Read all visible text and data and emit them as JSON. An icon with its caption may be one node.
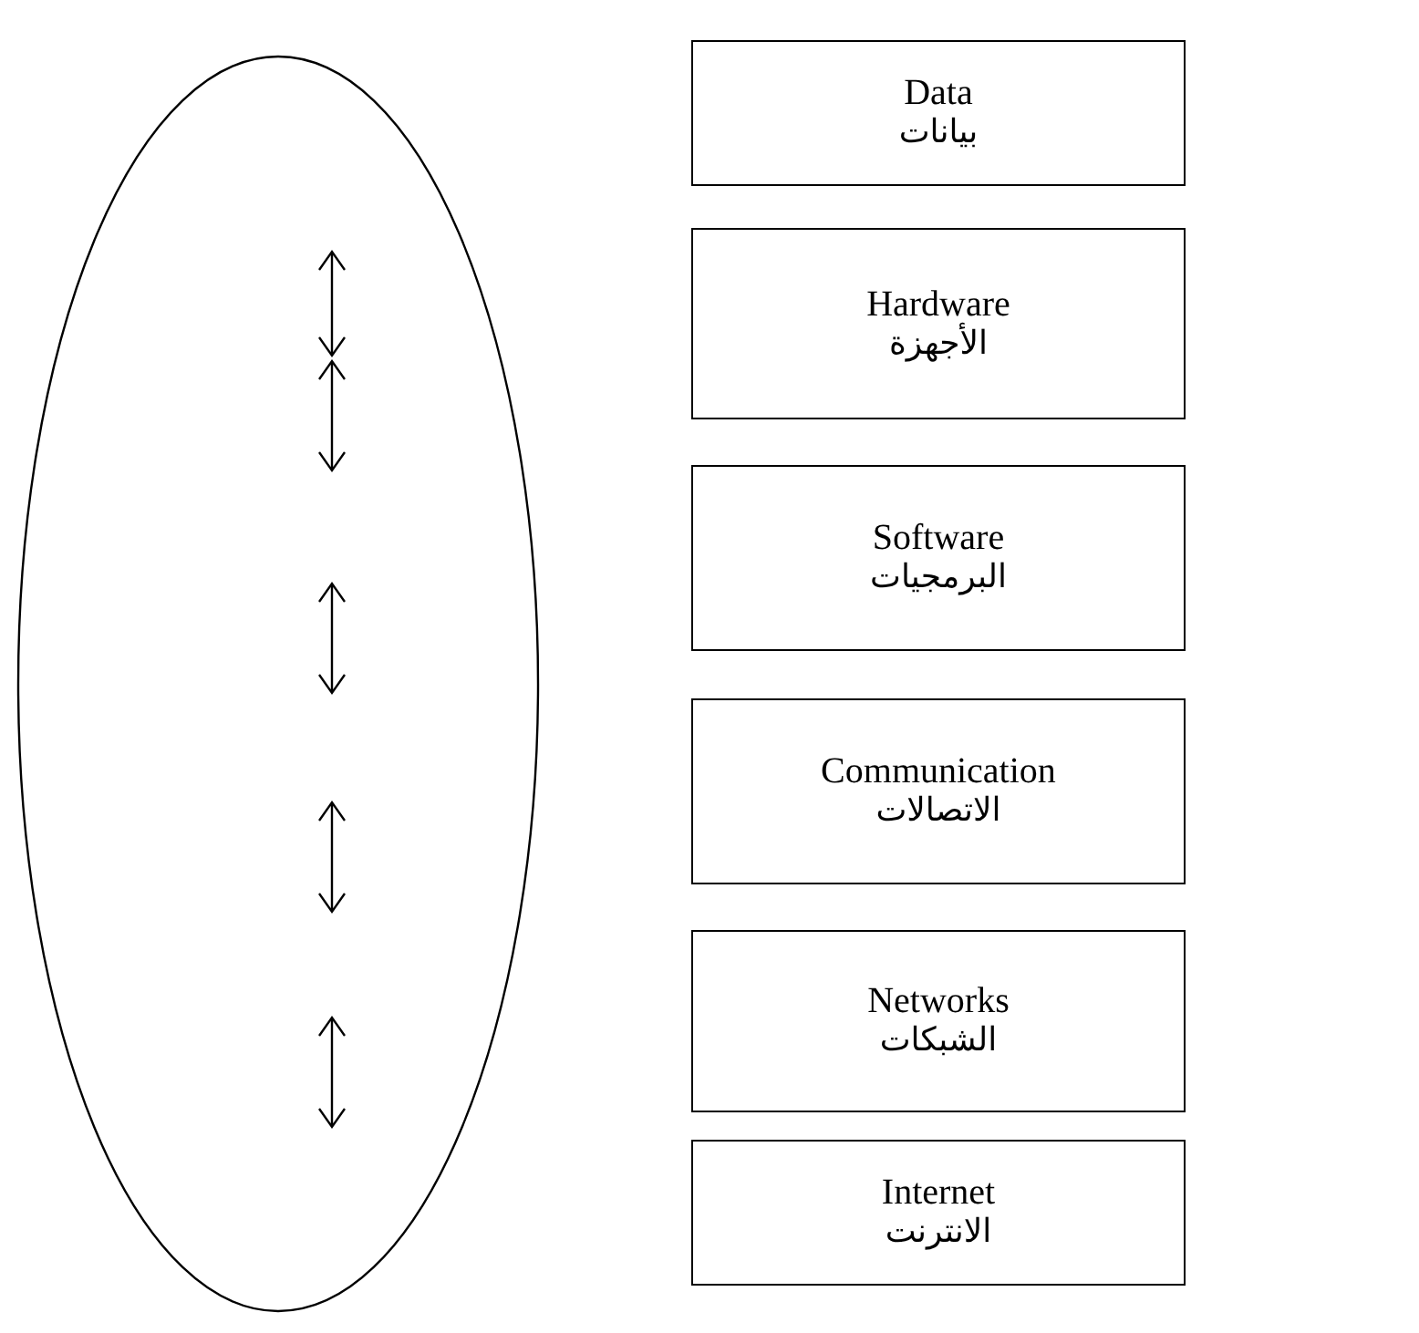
{
  "diagram": {
    "nodes": [
      {
        "text": [],
        "shape": "ellipse"
      },
      {
        "text": [
          "Data",
          "بيانات"
        ]
      },
      {
        "text": [
          "Hardware",
          "الأجهزة"
        ]
      },
      {
        "text": [
          "Software",
          "البرمجيات"
        ]
      },
      {
        "text": [
          "Communication",
          "الاتصالات"
        ]
      },
      {
        "text": [
          "Networks",
          "الشبكات"
        ]
      },
      {
        "text": [
          "Internet",
          "الانترنت"
        ]
      }
    ]
  }
}
